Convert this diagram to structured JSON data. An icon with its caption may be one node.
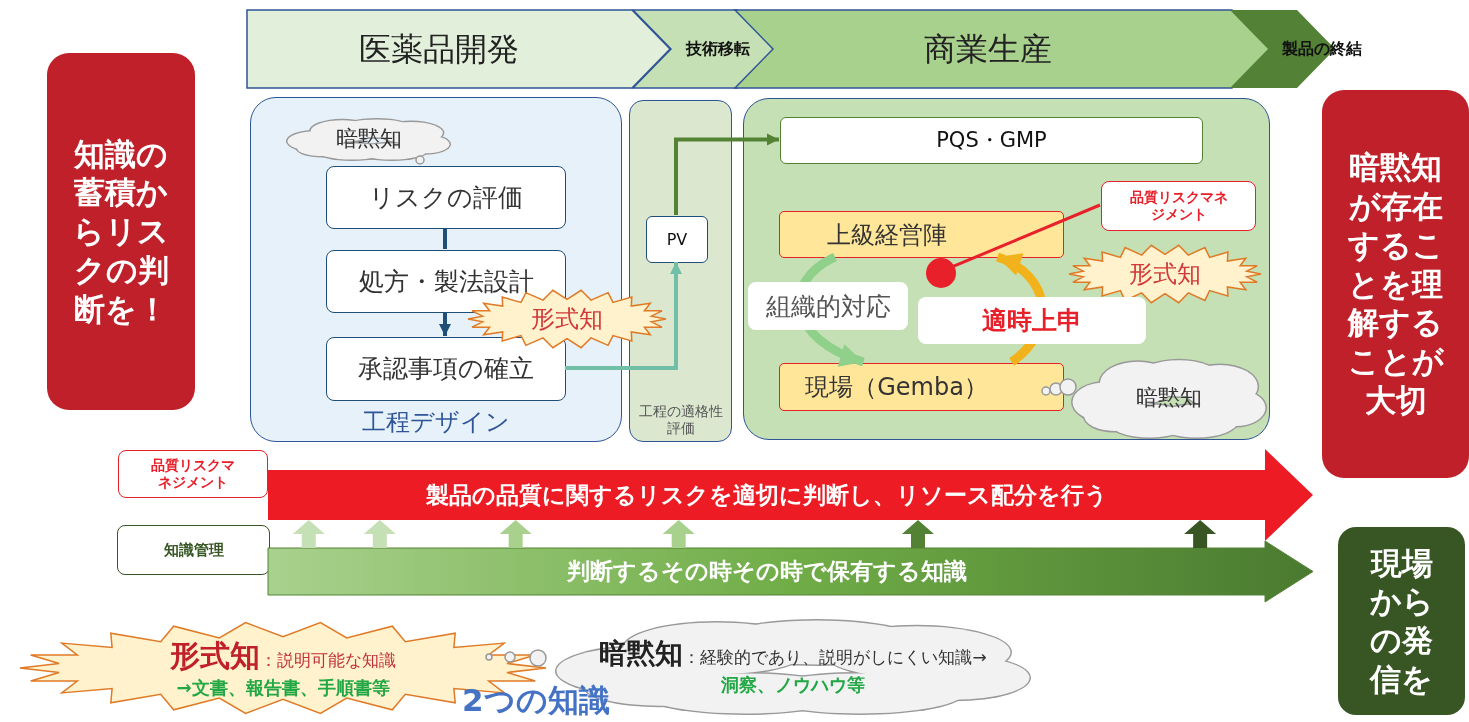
{
  "diagram": {
    "nodes": [
      {
        "text": [
          "医薬品開発"
        ]
      },
      {
        "text": [
          "技術移転"
        ]
      },
      {
        "text": [
          "商業生産"
        ]
      },
      {
        "text": [
          "製品の終結"
        ]
      },
      {
        "text": [
          "知識の蓄積からリスクの判断を！"
        ]
      },
      {
        "text": [
          "工程デザイン"
        ]
      },
      {
        "text": [
          "暗黙知"
        ],
        "in": 5
      },
      {
        "text": [
          "リスクの評価"
        ],
        "in": 5
      },
      {
        "text": [
          "処方・製法設計"
        ],
        "in": 5
      },
      {
        "text": [
          "承認事項の確立"
        ],
        "in": 5
      },
      {
        "text": [
          "形式知"
        ]
      },
      {
        "text": [
          "工程の適格性評価"
        ]
      },
      {
        "text": [
          "PV"
        ],
        "in": 11
      },
      {
        "text": [],
        "shape": "box"
      },
      {
        "text": [
          "PQS・GMP"
        ],
        "in": 13
      },
      {
        "text": [
          "品質リスクマネジメント"
        ],
        "in": 13
      },
      {
        "text": [
          "上級経営陣"
        ],
        "in": 13
      },
      {
        "text": [],
        "shape": "circle",
        "in": 13
      },
      {
        "text": [
          "形式知"
        ],
        "in": 13
      },
      {
        "text": [
          "現場（Gemba）"
        ],
        "in": 13
      },
      {
        "text": [
          "暗黙知"
        ],
        "in": 13
      },
      {
        "text": [
          "暗黙知が存在することを理解することが大切"
        ]
      },
      {
        "text": [
          "品質リスクマネジメント"
        ]
      },
      {
        "text": [
          "製品の品質に関するリスクを適切に判断し、リソース配分を行う"
        ]
      },
      {
        "text": [
          "知識管理"
        ]
      },
      {
        "text": [
          "判断するその時その時で保有する知識"
        ]
      },
      {
        "text": [
          "現場からの発信を"
        ]
      },
      {
        "text": [
          "形式知",
          "：説明可能な知識",
          "→文書、報告書、手順書等"
        ]
      },
      {
        "text": [
          "暗黙知",
          "：経験的であり、説明がしにくい知識→",
          "洞察、ノウハウ等"
        ]
      }
    ],
    "edges": [
      {
        "from": 7,
        "to": 8,
        "arrow": "none",
        "color": "#1f4e79"
      },
      {
        "from": 8,
        "to": 9,
        "arrow": "to",
        "color": "#1f4e79"
      },
      {
        "from": 9,
        "to": 12,
        "arrow": "to",
        "color": "#70bfa6"
      },
      {
        "from": 12,
        "to": 14,
        "arrow": "to",
        "color": "#548235"
      },
      {
        "from": 15,
        "to": 17,
        "arrow": "none",
        "color": "#e8202a"
      },
      {
        "from": 16,
        "to": 19,
        "arrow": "to",
        "label": "組織的対応",
        "style": "thick",
        "color": "#8fd08a"
      },
      {
        "from": 19,
        "to": 16,
        "arrow": "to",
        "label": "適時上申",
        "style": "thick",
        "color": "#f2b21c"
      },
      {
        "from": 25,
        "to": 23,
        "arrow": "to",
        "style": "thick",
        "color": "#c5e0b4"
      },
      {
        "from": 25,
        "to": 23,
        "arrow": "to",
        "style": "thick",
        "color": "#c5e0b4"
      },
      {
        "from": 25,
        "to": 23,
        "arrow": "to",
        "style": "thick",
        "color": "#a9d18e"
      },
      {
        "from": 25,
        "to": 23,
        "arrow": "to",
        "style": "thick",
        "color": "#a9d18e"
      },
      {
        "from": 25,
        "to": 23,
        "arrow": "to",
        "style": "thick",
        "color": "#548235"
      },
      {
        "from": 25,
        "to": 23,
        "arrow": "to",
        "style": "thick",
        "color": "#375623"
      }
    ],
    "labels": [
      "2つの知識"
    ]
  }
}
